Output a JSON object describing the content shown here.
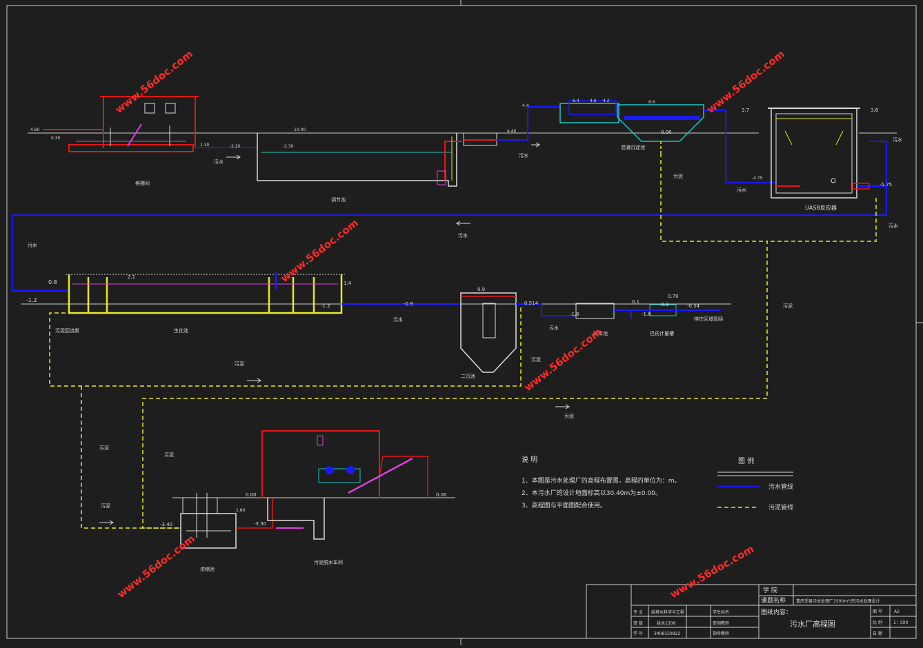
{
  "colors": {
    "background": "#1e1e1e",
    "frame": "#cfcfcf",
    "sewage_pipe": "#1a1aff",
    "sludge_pipe": "#e8e82a",
    "label": "#dcdcdc",
    "pump_red": "#e01818",
    "water_cyan": "#22c6c6",
    "watermark": "#ff2a2a"
  },
  "watermark": "www.56doc.com",
  "units": {
    "grit_chamber": "格栅间",
    "regulating_tank": "调节池",
    "coag_settler": "混凝沉淀池",
    "uasb": "UASB反应器",
    "bio_tank": "生化池",
    "sludge_return": "污泥回流渠",
    "secondary_clarifier": "二沉池",
    "disinfection": "消毒池",
    "flow_meter": "巴氏计量槽",
    "discharge": "排往区域管网",
    "sludge_thickener": "浓缩池",
    "sludge_dewatering": "污泥脱水车间"
  },
  "flow_labels": {
    "sewage": "污水",
    "sludge": "污泥"
  },
  "elevations": {
    "e1": "4.60",
    "e2": "0.30",
    "e3": "1.30",
    "e4": "-2.20",
    "e5": "10.00",
    "e6": "-2.30",
    "e7": "4.4",
    "e8": "6.4",
    "e9": "4.40",
    "e10": "4.6",
    "e11": "4.2",
    "e12": "6.6",
    "e13": "0.06",
    "e14": "3.7",
    "e15": "3.6",
    "e16": "-4.75",
    "e17": "-5.75",
    "e18": "0.8",
    "e19": "2.1",
    "e20": "1.4",
    "e21": "-1.2",
    "e22": "-1.2",
    "e23": "-0.9",
    "e24": "0.9",
    "e25": "0.514",
    "e26": "-1.6",
    "e27": "0.1",
    "e28": "-1.6",
    "e29": "0.70",
    "e30": "0.3",
    "e31": "-0.54",
    "e32": "0.00",
    "e33": "1.80",
    "e34": "-3.40",
    "e35": "-3.50",
    "e36": "0.00"
  },
  "notes": {
    "title": "说  明",
    "items": [
      "1、本图是污水处理厂的高程布置图，高程的单位为：m。",
      "2、本污水厂的设计地面标高以30.40m为±0.00。",
      "3、高程图与平面图配合使用。"
    ]
  },
  "legend": {
    "title": "图  例",
    "items": [
      {
        "label": "污水管线"
      },
      {
        "label": "污泥管线"
      }
    ]
  },
  "title_block": {
    "school": "学  院",
    "project_label": "课题名称",
    "project_value": "重庆郊县污水处理厂2500m³/天污水处理设计",
    "drawing_label": "图纸内容：",
    "drawing_value": "污水厂高程图",
    "major_label": "专  业",
    "major_value": "给排水科学与工程",
    "class_label": "班  级",
    "class_value": "给水1508",
    "id_label": "学  号",
    "id_value": "3408150822",
    "student_label": "学生姓名",
    "designer_label": "审阅教师",
    "advisor_label": "指导教师",
    "sheet_no_label": "图  号",
    "sheet_no_value": "A2",
    "scale_label": "比  例",
    "scale_value": "1：500",
    "date_label": "日  期"
  }
}
